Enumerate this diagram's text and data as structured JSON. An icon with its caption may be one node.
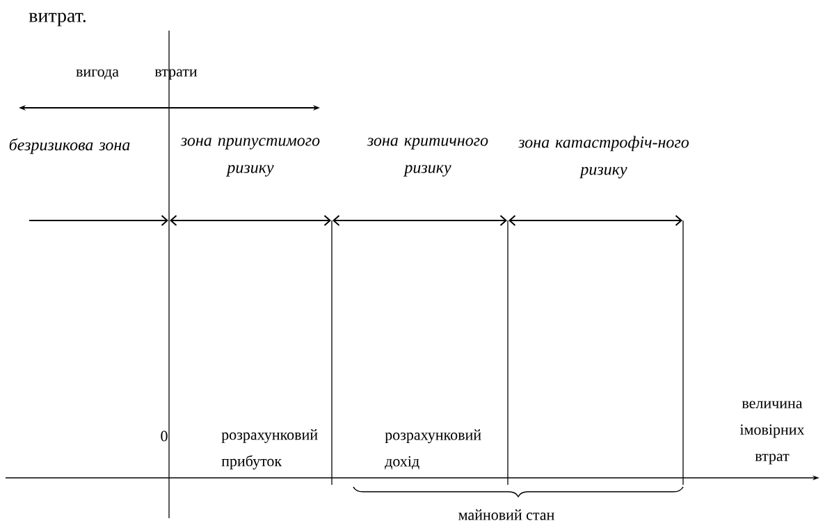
{
  "diagram": {
    "labels": [
      "витрат.",
      "вигода",
      "втрати",
      "безризикова зона",
      "зона припустимого ризику",
      "зона критичного ризику",
      "зона катастрофіч-ного ризику",
      "величина імовірних втрат",
      "0",
      "розрахунковий прибуток",
      "розрахунковий дохід",
      "майновий стан"
    ]
  }
}
